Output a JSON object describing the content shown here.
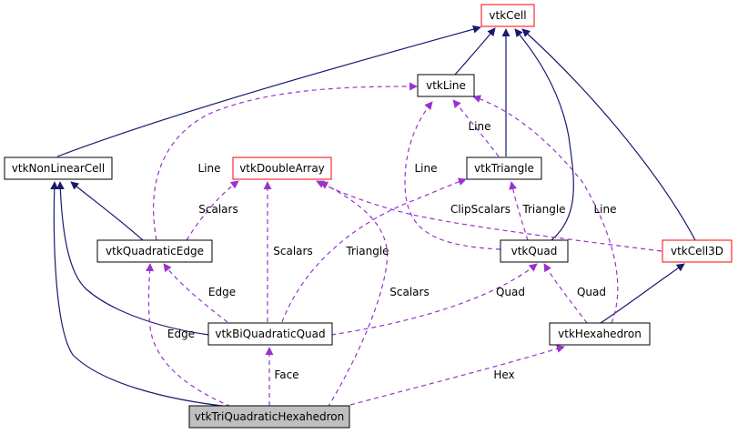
{
  "nodes": {
    "vtkCell": "vtkCell",
    "vtkLine": "vtkLine",
    "vtkNonLinearCell": "vtkNonLinearCell",
    "vtkDoubleArray": "vtkDoubleArray",
    "vtkTriangle": "vtkTriangle",
    "vtkQuadraticEdge": "vtkQuadraticEdge",
    "vtkQuad": "vtkQuad",
    "vtkCell3D": "vtkCell3D",
    "vtkBiQuadraticQuad": "vtkBiQuadraticQuad",
    "vtkHexahedron": "vtkHexahedron",
    "vtkTriQuadraticHexahedron": "vtkTriQuadraticHexahedron"
  },
  "edge_labels": {
    "line_edge_to_line": "Line",
    "line_tri_to_line": "Line",
    "line_quad_to_line": "Line",
    "line_hex_to_line": "Line",
    "scalars_edge": "Scalars",
    "scalars_biquad": "Scalars",
    "scalars_triquad": "Scalars",
    "clip_scalars": "ClipScalars",
    "triangle_quad": "Triangle",
    "triangle_biquad": "Triangle",
    "edge_biquad": "Edge",
    "edge_triquad": "Edge",
    "quad_biquad": "Quad",
    "quad_hex": "Quad",
    "face": "Face",
    "hex": "Hex"
  },
  "colors": {
    "inheritance_edge": "#191970",
    "usage_edge": "#9a32cd",
    "external_class_border": "#ff0000",
    "current_class_fill": "#bfbfbf"
  }
}
